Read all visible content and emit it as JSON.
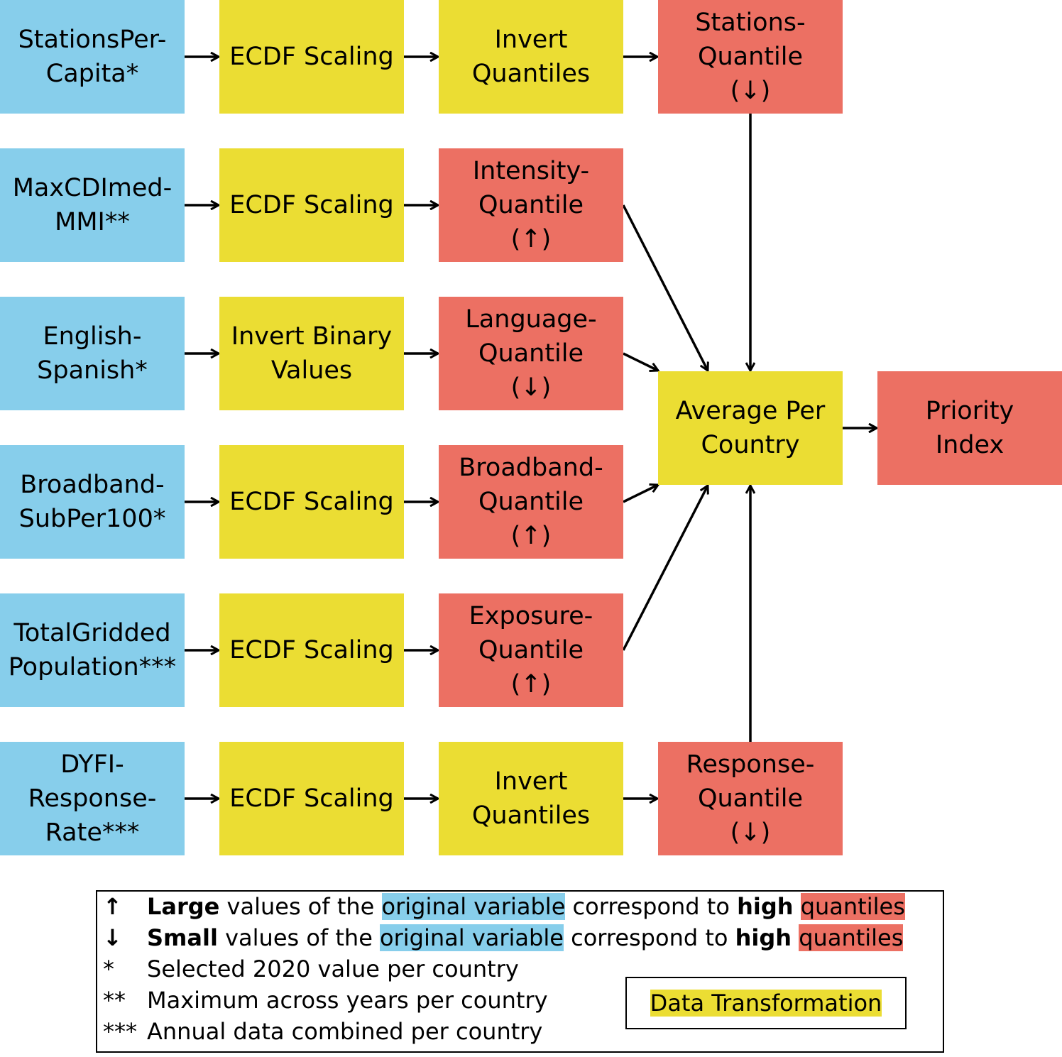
{
  "colors": {
    "input": "#87CEEB",
    "transform": "#EBDD33",
    "quantile": "#EC7063"
  },
  "rows": [
    {
      "input": "StationsPer-\nCapita*",
      "step1": "ECDF Scaling",
      "step2": "Invert\nQuantiles",
      "quantile": "Stations-\nQuantile\n(↓)"
    },
    {
      "input": "MaxCDImed-\nMMI**",
      "step1": "ECDF Scaling",
      "quantile": "Intensity-\nQuantile\n(↑)"
    },
    {
      "input": "English-\nSpanish*",
      "step1": "Invert Binary\nValues",
      "quantile": "Language-\nQuantile\n(↓)"
    },
    {
      "input": "Broadband-\nSubPer100*",
      "step1": "ECDF Scaling",
      "quantile": "Broadband-\nQuantile\n(↑)"
    },
    {
      "input": "TotalGridded\nPopulation***",
      "step1": "ECDF Scaling",
      "quantile": "Exposure-\nQuantile\n(↑)"
    },
    {
      "input": "DYFI-\nResponse-\nRate***",
      "step1": "ECDF Scaling",
      "step2": "Invert\nQuantiles",
      "quantile": "Response-\nQuantile\n(↓)"
    }
  ],
  "average": "Average Per\nCountry",
  "priority": "Priority\nIndex",
  "legend": {
    "up": {
      "sym": "↑",
      "bold": "Large",
      "mid": " values of the ",
      "hl1": "original variable",
      "mid2": " correspond to ",
      "bold2": "high",
      "hl2": "quantiles"
    },
    "down": {
      "sym": "↓",
      "bold": "Small",
      "mid": " values of the ",
      "hl1": "original variable",
      "mid2": " correspond to ",
      "bold2": "high",
      "hl2": "quantiles"
    },
    "notes": [
      {
        "sym": "*",
        "text": "Selected 2020 value per country"
      },
      {
        "sym": "**",
        "text": "Maximum across years per country"
      },
      {
        "sym": "***",
        "text": "Annual data combined per country"
      }
    ],
    "transform_label": "Data Transformation"
  }
}
